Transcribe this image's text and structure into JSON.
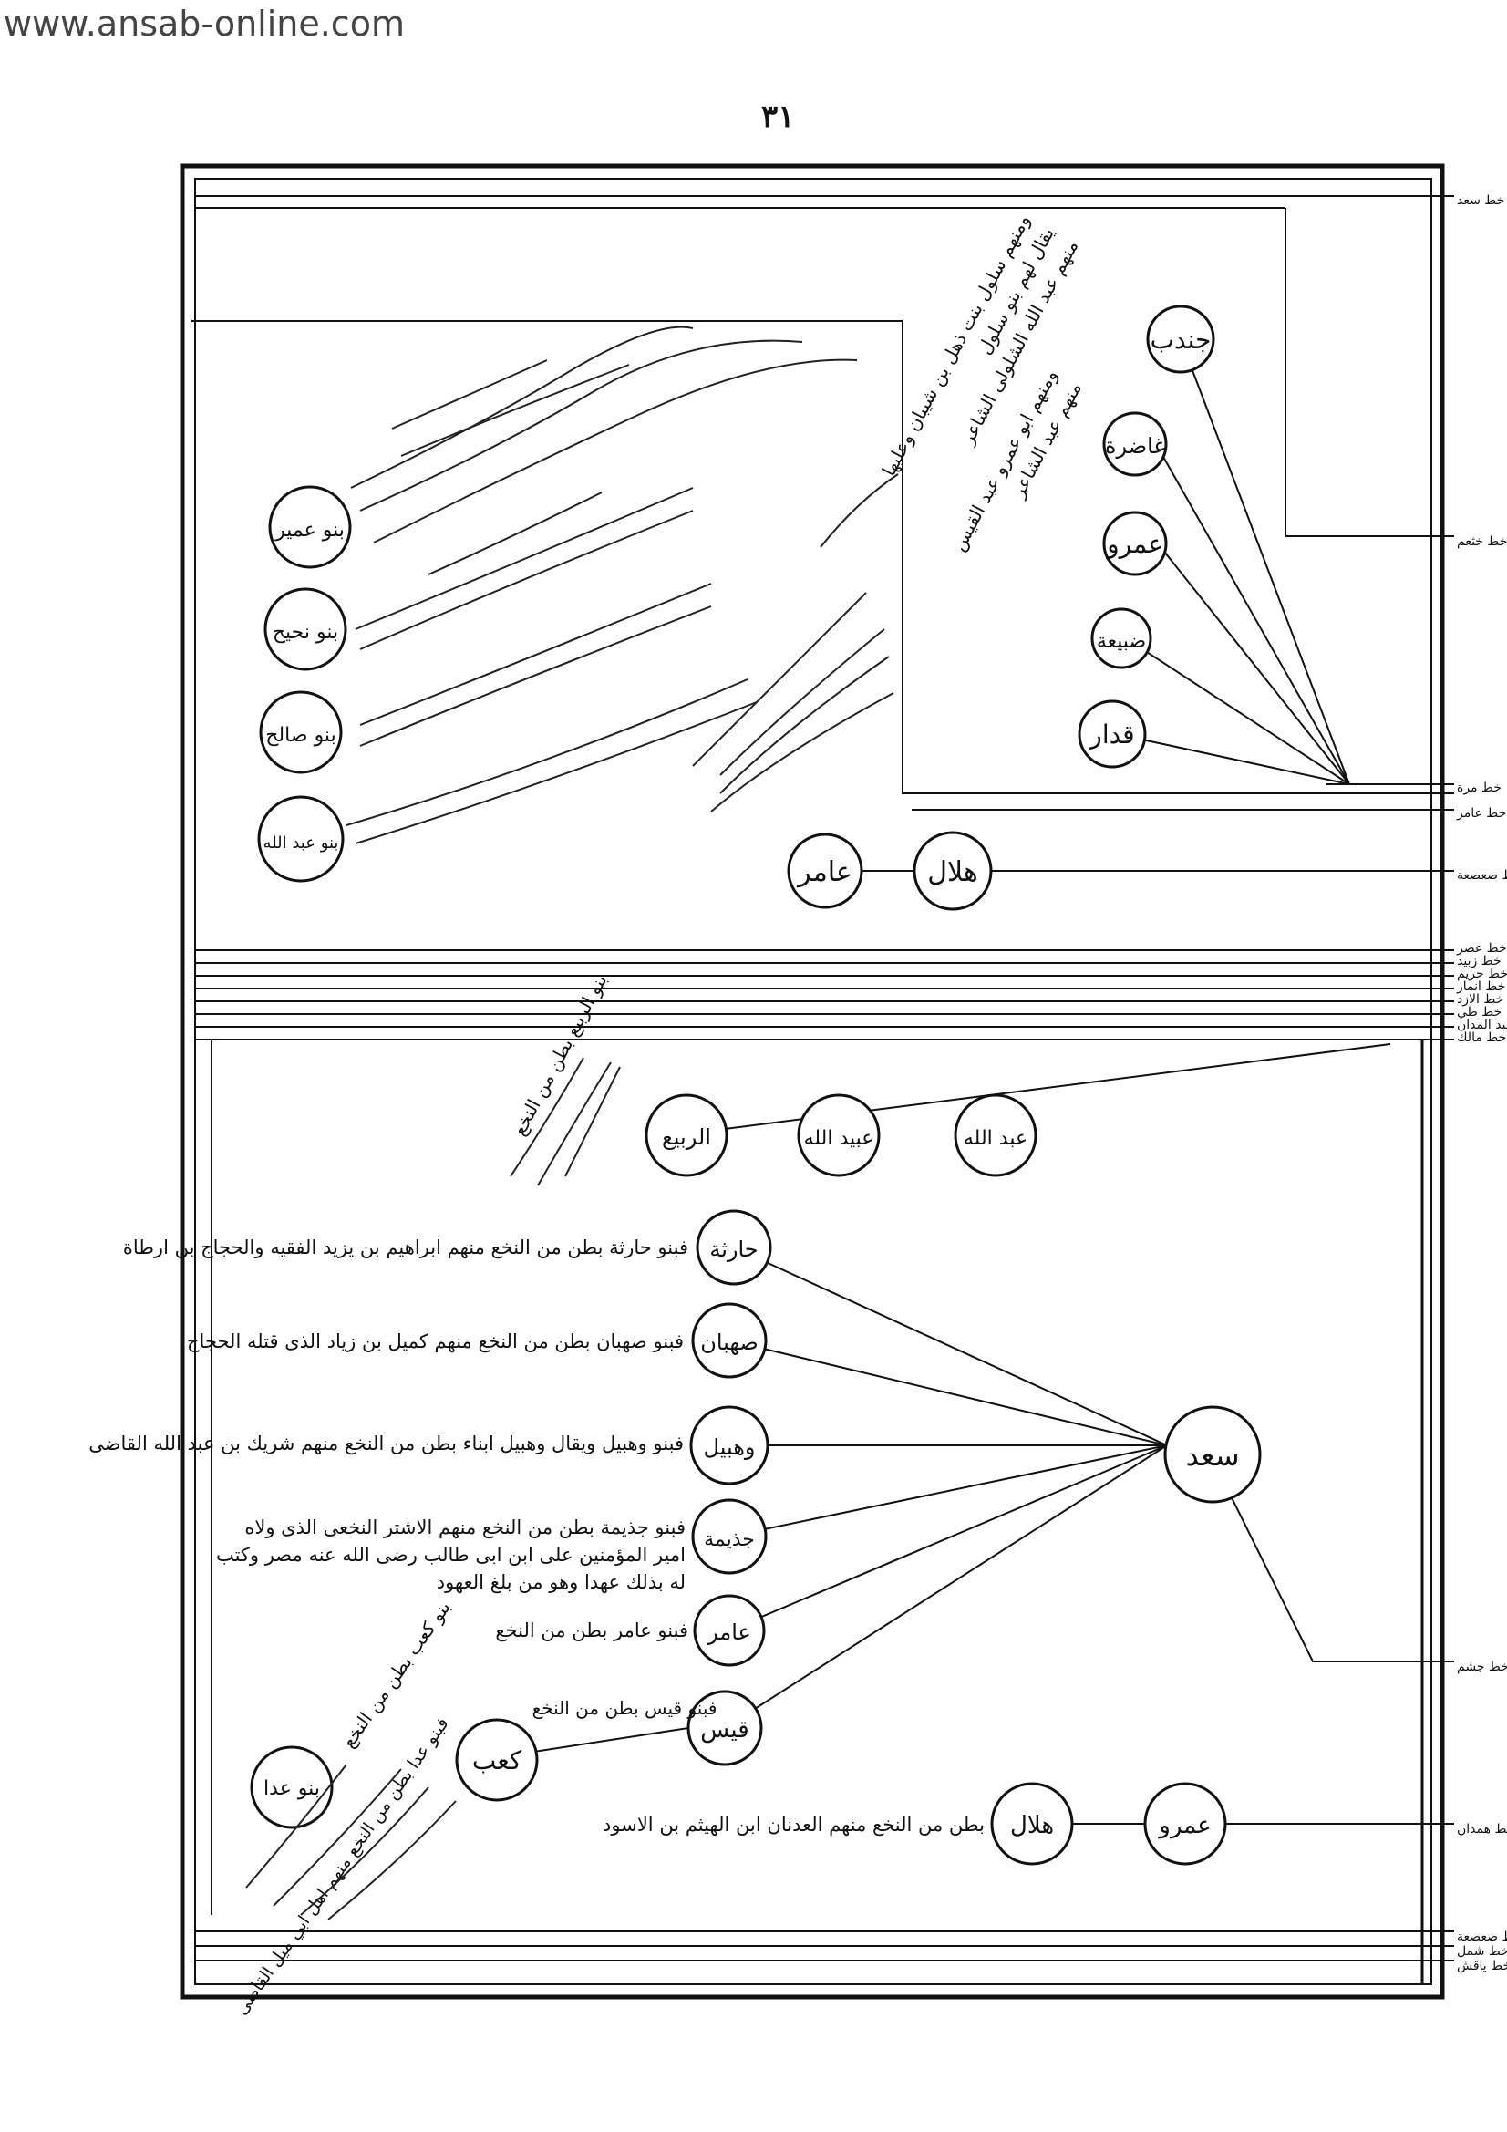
{
  "header": {
    "site": "www.ansab-online.com",
    "page_number": "٣١"
  },
  "right_lines": [
    "خط سعد",
    "خط خثعم",
    "خط مرة",
    "خط عامر",
    "خط صعصعة",
    "خط عصر",
    "خط زبيد",
    "خط حريم",
    "خط انمار",
    "خط الازد",
    "خط طي",
    "خط عبد المدان",
    "خط مالك",
    "خط جشم",
    "خط همدان",
    "خط صعصعة",
    "خط شمل",
    "خط ياقش"
  ],
  "upper": {
    "chain": [
      "عامر",
      "هلال"
    ],
    "nodes": [
      "جندب",
      "غاضرة",
      "عمرو",
      "ضبيعة",
      "قدار"
    ],
    "left_nodes": [
      "بنو عمير",
      "بنو نحيح",
      "بنو صالح",
      "بنو عبد الله"
    ],
    "notes": [
      "ومنهم سلول بنت ذهل بن شيبان وعليها",
      "يقال لهم بنو سلول",
      "منهم عبد الله الشلولى الشاعر",
      "ومنهم ابو عمرو عبد القيس",
      "منهم عبد الشاعر"
    ]
  },
  "middle": {
    "chain": [
      "عبد الله",
      "عبيد الله",
      "الربيع"
    ],
    "note": "بنو الربيع بطن من النخع"
  },
  "lower": {
    "hub": "سعد",
    "branches": [
      {
        "name": "حارثة",
        "note": "فبنو حارثة بطن من النخع منهم ابراهيم بن يزيد الفقيه والحجاج بن ارطاة"
      },
      {
        "name": "صهبان",
        "note": "فبنو صهبان بطن من النخع منهم كميل بن زياد الذى قتله الحجاج"
      },
      {
        "name": "وهبيل",
        "note": "فبنو وهبيل ويقال وهبيل ابناء بطن من النخع منهم شريك بن عبد الله القاضى"
      },
      {
        "name": "جذيمة",
        "note": "فبنو جذيمة بطن من النخع منهم الاشتر النخعى الذى ولاه امير المؤمنين على ابن ابى طالب رضى الله عنه مصر وكتب له بذلك عهدا وهو من بلغ العهود"
      },
      {
        "name": "عامر",
        "note": "فبنو عامر بطن من النخع"
      },
      {
        "name": "قيس",
        "note": "فبنو قيس بطن من النخع"
      }
    ],
    "kaab": "كعب",
    "kaab_note": "بنو كعب بطن من النخع",
    "bottom_node": "بنو عدا",
    "bottom_note": "فبنو عدا بطن من النخع منهم اهل ابي ميل القاضى",
    "hilal_chain": [
      "عمرو",
      "هلال"
    ],
    "hilal_note": "بطن من النخع منهم العدنان ابن الهيثم بن الاسود"
  }
}
